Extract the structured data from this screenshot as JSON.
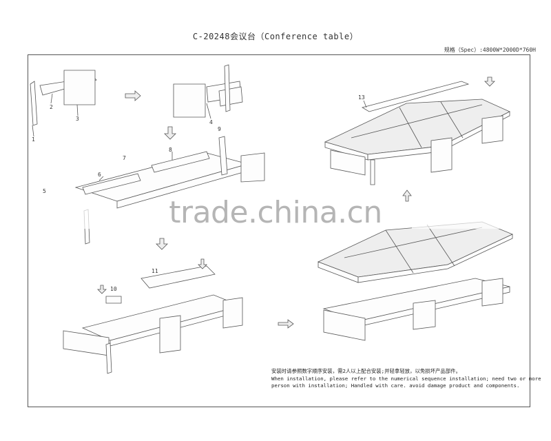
{
  "header": {
    "title": "C-20248会议台（Conference table）",
    "spec": "规格（Spec）:4800W*2000D*760H"
  },
  "parts": {
    "p1": "1",
    "p2": "2",
    "p3": "3",
    "p4": "4",
    "p5": "5",
    "p6": "6",
    "p7": "7",
    "p8": "8",
    "p9": "9",
    "p10": "10",
    "p11": "11",
    "p13": "13"
  },
  "note": {
    "line1": "安装时请参照数字顺序安装，需2人以上配合安装;并轻拿轻放，以免损坏产品部件。",
    "line2": "When installation, please refer to the numerical sequence installation; need  two or more",
    "line3": "person with installation; Handled with care. avoid damage product and components."
  },
  "watermark": "trade.china.cn"
}
